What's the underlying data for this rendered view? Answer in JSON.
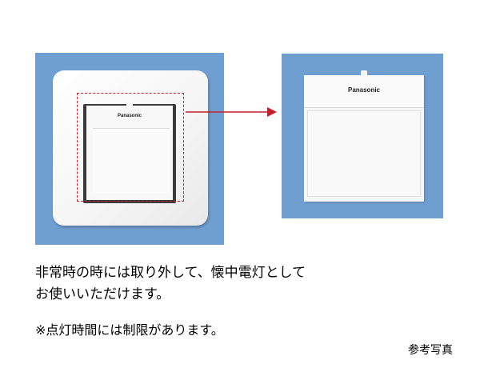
{
  "photo_left": {
    "brand": "Panasonic"
  },
  "photo_right": {
    "brand": "Panasonic"
  },
  "description": {
    "line1": "非常時の時には取り外して、懐中電灯として",
    "line2": "お使いいただけます。"
  },
  "note": "※点灯時間には制限があります。",
  "caption": "参考写真",
  "colors": {
    "photo_background": "#6f9ed1",
    "highlight": "#c0222b"
  }
}
